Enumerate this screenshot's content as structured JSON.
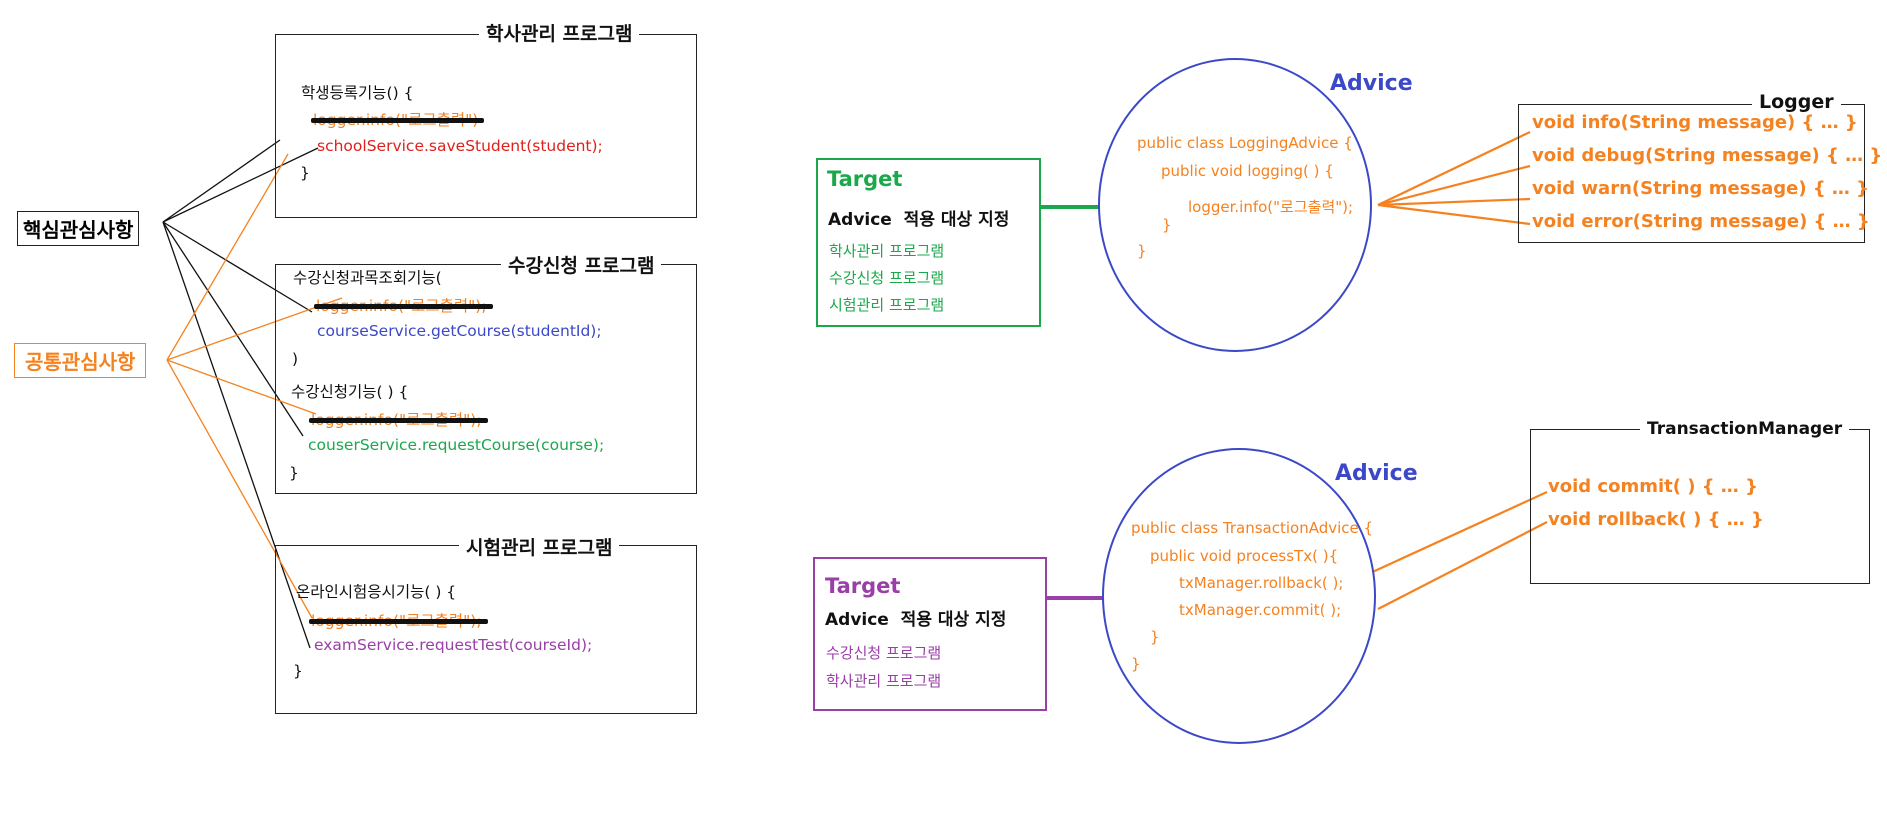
{
  "left": {
    "core_label": "핵심관심사항",
    "common_label": "공통관심사항",
    "programs": [
      {
        "title": "학사관리 프로그램",
        "lines": [
          "학생등록기능() {",
          "logger.info(\"로그출력\")",
          "schoolService.saveStudent(student);",
          "}"
        ]
      },
      {
        "title": "수강신청 프로그램",
        "lines": [
          "수강신청과목조회기능(",
          "logger.info(\"로그출력\");",
          "courseService.getCourse(studentId);",
          ")",
          "수강신청기능( ) {",
          "logger.info(\"로그출력\");",
          "couserService.requestCourse(course);",
          "}"
        ]
      },
      {
        "title": "시험관리 프로그램",
        "lines": [
          "온라인시험응시기능( ) {",
          "logger.info(\"로그출력\");",
          "examService.requestTest(courseId);",
          "}"
        ]
      }
    ]
  },
  "aop1": {
    "advice_label": "Advice",
    "code": [
      "public class LoggingAdvice {",
      "public void logging( ) {",
      "logger.info(\"로그출력\");",
      "}",
      "}"
    ],
    "target": {
      "title": "Target",
      "subtitle": "Advice  적용 대상 지정",
      "items": [
        "학사관리 프로그램",
        "수강신청 프로그램",
        "시험관리 프로그램"
      ]
    },
    "logger": {
      "title": "Logger",
      "methods": [
        "void info(String message) { … }",
        "void debug(String message) { … }",
        "void warn(String message) { … }",
        "void error(String message) { … }"
      ]
    }
  },
  "aop2": {
    "advice_label": "Advice",
    "code": [
      "public class TransactionAdvice {",
      "public void processTx( ){",
      "txManager.rollback( );",
      "txManager.commit( );",
      "}",
      "}"
    ],
    "target": {
      "title": "Target",
      "subtitle": "Advice  적용 대상 지정",
      "items": [
        "수강신청 프로그램",
        "학사관리 프로그램"
      ]
    },
    "tx_manager": {
      "title": "TransactionManager",
      "methods": [
        "void commit( ) { … }",
        "void rollback( ) { … }"
      ]
    }
  },
  "colors": {
    "core_black": "#111111",
    "common_orange": "#f58220",
    "school_red": "#e0201c",
    "course_blue": "#3b48c8",
    "green": "#1aa84a",
    "purple": "#9a3ea8",
    "advice_blue": "#3b48c8"
  }
}
